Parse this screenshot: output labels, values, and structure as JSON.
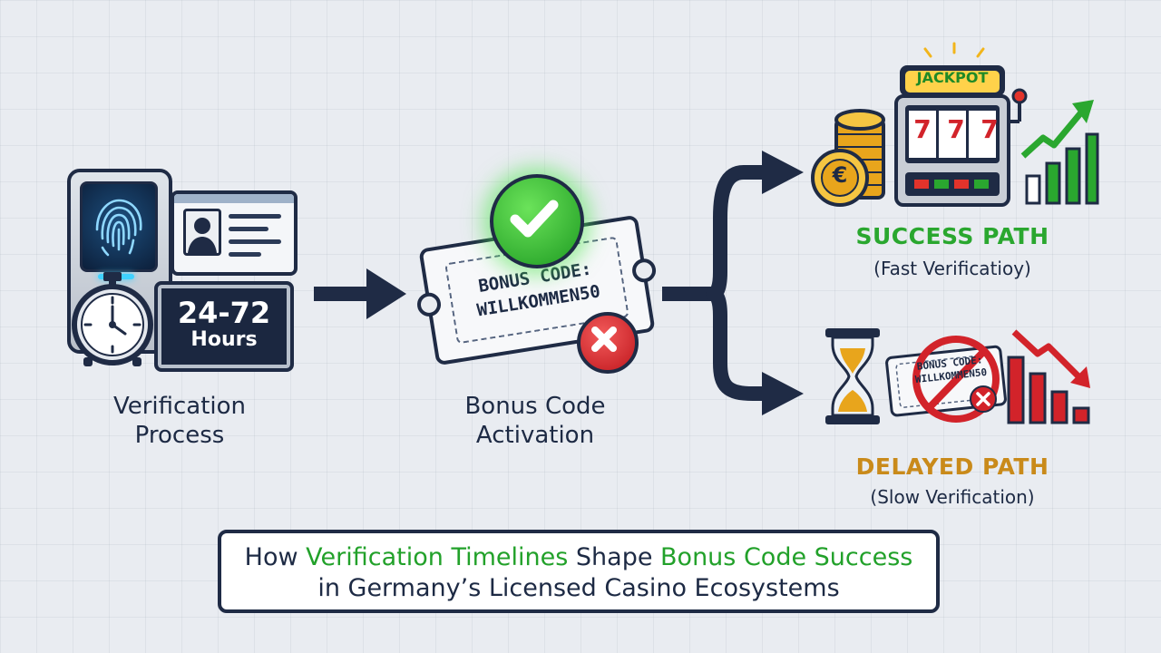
{
  "verification": {
    "hours_range": "24-72",
    "hours_unit": "Hours",
    "label_line1": "Verification",
    "label_line2": "Process"
  },
  "bonus": {
    "code_line1": "BONUS CODE:",
    "code_line2": "WILLKOMMEN50",
    "label_line1": "Bonus Code",
    "label_line2": "Activation"
  },
  "success_path": {
    "machine_sign": "JACKPOT",
    "reels": [
      "7",
      "7",
      "7"
    ],
    "coin_symbol": "€",
    "title": "SUCCESS PATH",
    "subtitle": "(Fast Verificatioy)",
    "color": "#2aa72f"
  },
  "delayed_path": {
    "ticket_text": "BONUS CODE: WILLKOMMEN50",
    "title": "DELAYED PATH",
    "subtitle": "(Slow Verification)",
    "color": "#c98a1a"
  },
  "caption": {
    "line1_part1": "How ",
    "line1_highlight1": "Verification Timelines",
    "line1_part2": " Shape ",
    "line1_highlight2": "Bonus Code Success",
    "line2": "in Germany’s Licensed Casino Ecosystems",
    "highlight_color": "#22a12a"
  },
  "colors": {
    "navy": "#1f2b45",
    "success_green": "#2aa72f",
    "error_red": "#d2232a",
    "delay_amber": "#c98a1a"
  }
}
